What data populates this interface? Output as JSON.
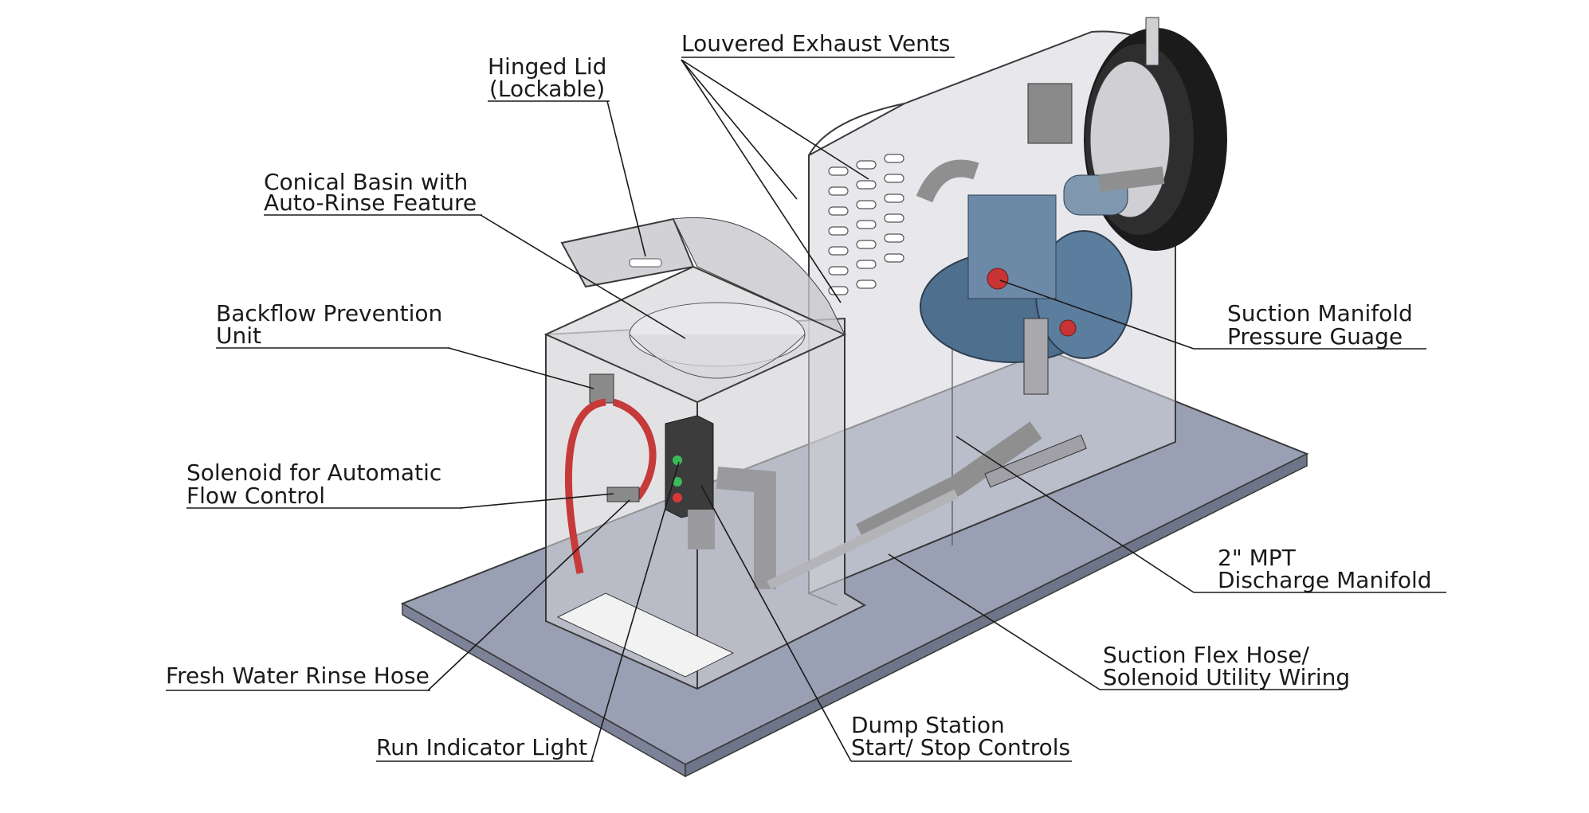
{
  "diagram": {
    "subject": "Dump station equipment assembly",
    "colors": {
      "base_plate": "#9aa0b4",
      "enclosure_glass": "#cfcfd4",
      "pump_blue": "#4f6f8f",
      "hose_red": "#c63a3a",
      "control_box": "#3c3c3c",
      "motor_black": "#1b1b1b"
    },
    "labels": {
      "hinged_lid_1": "Hinged Lid",
      "hinged_lid_2": "(Lockable)",
      "louvered_vents": "Louvered Exhaust Vents",
      "conical_basin_1": "Conical Basin with",
      "conical_basin_2": "Auto-Rinse Feature",
      "backflow_1": "Backflow Prevention",
      "backflow_2": "Unit",
      "solenoid_1": "Solenoid for Automatic",
      "solenoid_2": "Flow Control",
      "suction_manifold_1": "Suction Manifold",
      "suction_manifold_2": "Pressure Guage",
      "discharge_1": "2\" MPT",
      "discharge_2": "Discharge Manifold",
      "flex_hose_1": "Suction Flex Hose/",
      "flex_hose_2": "Solenoid Utility Wiring",
      "fresh_water": "Fresh Water Rinse Hose",
      "run_light": "Run Indicator Light",
      "dump_controls_1": "Dump Station",
      "dump_controls_2": "Start/ Stop Controls"
    }
  }
}
